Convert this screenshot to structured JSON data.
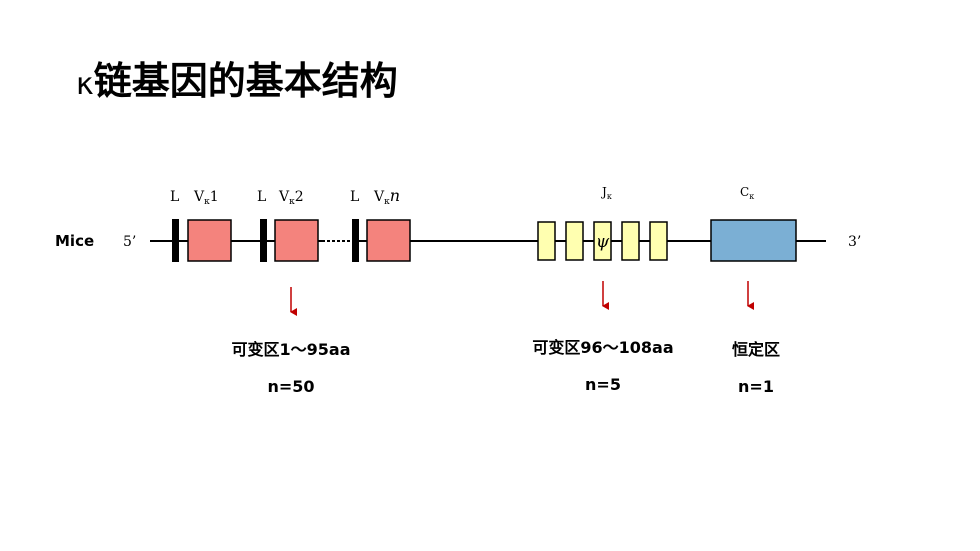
{
  "title": {
    "kappa": "κ",
    "text": "链基因的基本结构"
  },
  "species": "Mice",
  "ends": {
    "five": "5’",
    "three": "3’"
  },
  "segments": {
    "v1": {
      "leader": "L",
      "name": "V",
      "sub": "κ",
      "num": "1"
    },
    "v2": {
      "leader": "L",
      "name": "V",
      "sub": "κ",
      "num": "2"
    },
    "vn": {
      "leader": "L",
      "name": "V",
      "sub": "κ",
      "num": "n"
    },
    "j": {
      "name": "J",
      "sub": "κ",
      "pseudo": "ψ"
    },
    "c": {
      "name": "C",
      "sub": "κ"
    }
  },
  "annotations": {
    "v": {
      "region": "可变区1～95aa",
      "count": "n=50"
    },
    "j": {
      "region": "可变区96～108aa",
      "count": "n=5"
    },
    "c": {
      "region": "恒定区",
      "count": "n=1"
    }
  },
  "colors": {
    "v_exon": "#F4837D",
    "j_exon": "#FFFFB0",
    "c_exon": "#7BAFD4",
    "arrow": "#C00000",
    "leader": "#000000"
  }
}
